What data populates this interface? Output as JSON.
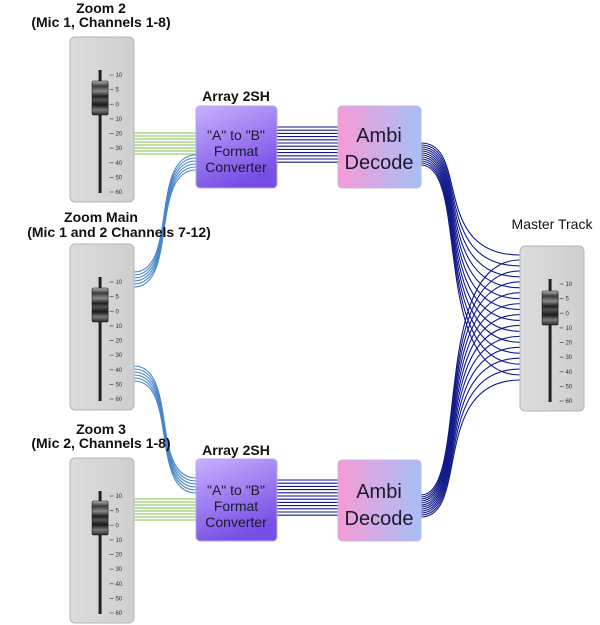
{
  "fader_ticks": [
    "10",
    "5",
    "0",
    "10",
    "20",
    "30",
    "40",
    "50",
    "60"
  ],
  "sources": [
    {
      "title_line1": "Zoom 2",
      "title_line2": "(Mic 1, Channels 1-8)"
    },
    {
      "title_line1": "Zoom Main",
      "title_line2": "(Mic 1 and 2 Channels 7-12)"
    },
    {
      "title_line1": "Zoom 3",
      "title_line2": "(Mic 2, Channels 1-8)"
    }
  ],
  "converters": [
    {
      "title": "Array 2SH",
      "line1": "\"A\" to \"B\"",
      "line2": "Format",
      "line3": "Converter"
    },
    {
      "title": "Array 2SH",
      "line1": "\"A\" to \"B\"",
      "line2": "Format",
      "line3": "Converter"
    }
  ],
  "decoders": [
    {
      "line1": "Ambi",
      "line2": "Decode"
    },
    {
      "line1": "Ambi",
      "line2": "Decode"
    }
  ],
  "master": {
    "title": "Master Track"
  },
  "colors": {
    "green_wires": "#7cc34a",
    "light_blue_wires": "#4a86c8",
    "dark_blue_wires": "#101a8a",
    "fader_panel": "#d3d3d3",
    "converter_top": "#c4a8ff",
    "converter_bottom": "#7a52e6",
    "decoder_left": "#f59bd6",
    "decoder_right": "#a8bff5"
  }
}
